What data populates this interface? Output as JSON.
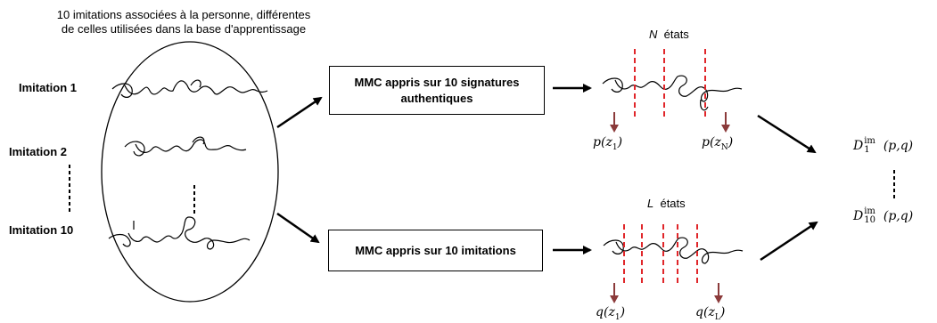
{
  "caption": {
    "line1": "10 imitations associées à la personne, différentes",
    "line2": "de celles utilisées dans la base d'apprentissage"
  },
  "imitations": {
    "label1": "Imitation 1",
    "label2": "Imitation 2",
    "label10": "Imitation 10"
  },
  "models": {
    "top_line1": "MMC appris sur 10 signatures",
    "top_line2": "authentiques",
    "bottom": "MMC appris sur 10 imitations"
  },
  "states": {
    "top_var": "N",
    "top_word": "états",
    "bottom_var": "L",
    "bottom_word": "états"
  },
  "probabilities": {
    "top_left": {
      "fn": "p",
      "var": "z",
      "sub": "1"
    },
    "top_right": {
      "fn": "p",
      "var": "z",
      "sub": "N"
    },
    "bottom_left": {
      "fn": "q",
      "var": "z",
      "sub": "1"
    },
    "bottom_right": {
      "fn": "q",
      "var": "z",
      "sub": "L"
    }
  },
  "outputs": {
    "d1": {
      "sym": "D",
      "sup": "im",
      "sub": "1",
      "args": "(p,q)"
    },
    "d10": {
      "sym": "D",
      "sup": "im",
      "sub": "10",
      "args": "(p,q)"
    }
  },
  "colors": {
    "segment": "#e0262a",
    "prob_arrow": "#8b3a3a",
    "line": "#000000"
  }
}
